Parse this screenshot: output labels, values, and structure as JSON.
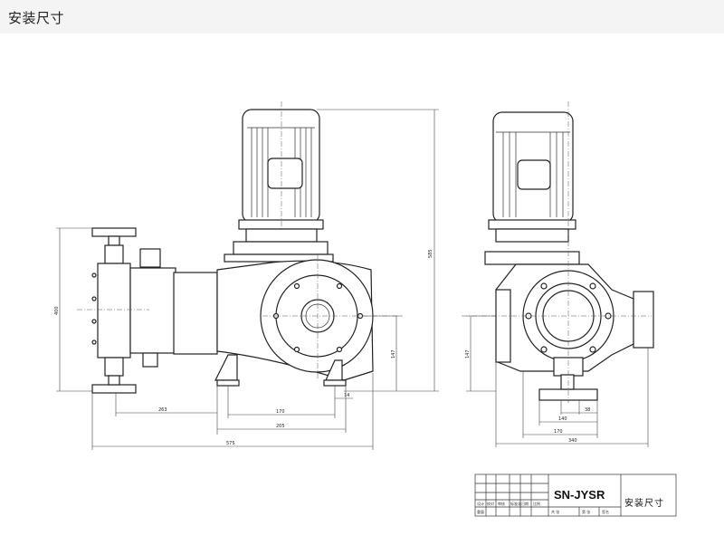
{
  "header": {
    "title": "安装尺寸"
  },
  "dimensions": {
    "side_view": {
      "height_total": "585",
      "height_flange": "400",
      "height_axis": "147",
      "base_offset": "14",
      "dim_263": "263",
      "dim_170": "170",
      "dim_205": "205",
      "dim_575": "575"
    },
    "front_view": {
      "height_axis": "147",
      "dim_38": "38",
      "dim_140": "140",
      "dim_170": "170",
      "dim_340": "340"
    }
  },
  "title_block": {
    "model": "SN-JYSR",
    "drawing_title": "安装尺寸",
    "cells": [
      "设计",
      "校对",
      "审核",
      "标准化",
      "日期",
      "比例",
      "重量",
      "共 张",
      "第 张",
      "签名"
    ]
  }
}
